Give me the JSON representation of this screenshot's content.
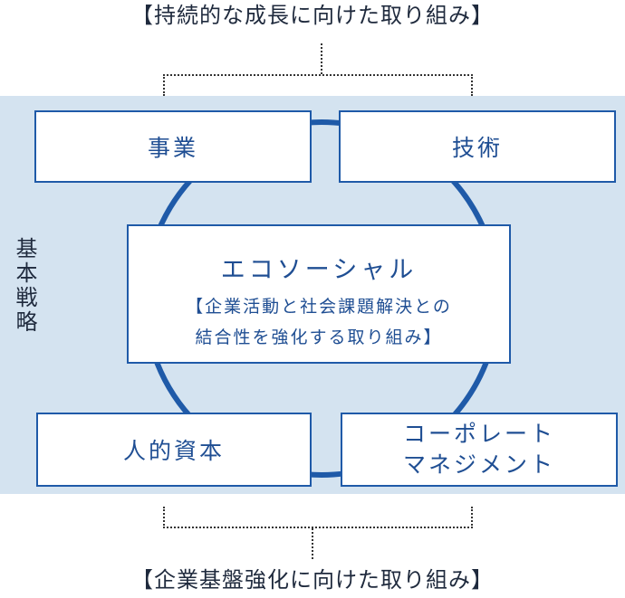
{
  "top_caption": "【持続的な成長に向けた取り組み】",
  "bottom_caption": "【企業基盤強化に向けた取り組み】",
  "side_label": "基本戦略",
  "boxes": {
    "business": "事業",
    "technology": "技術",
    "human_capital": "人的資本",
    "corporate_line1": "コーポレート",
    "corporate_line2": "マネジメント"
  },
  "center": {
    "title": "エコソーシャル",
    "subtitle_line1": "【企業活動と社会課題解決との",
    "subtitle_line2": "結合性を強化する取り組み】"
  },
  "colors": {
    "panel_background": "#d4e3f0",
    "accent_blue": "#1f5aa8",
    "text_blue": "#1f4e93"
  }
}
